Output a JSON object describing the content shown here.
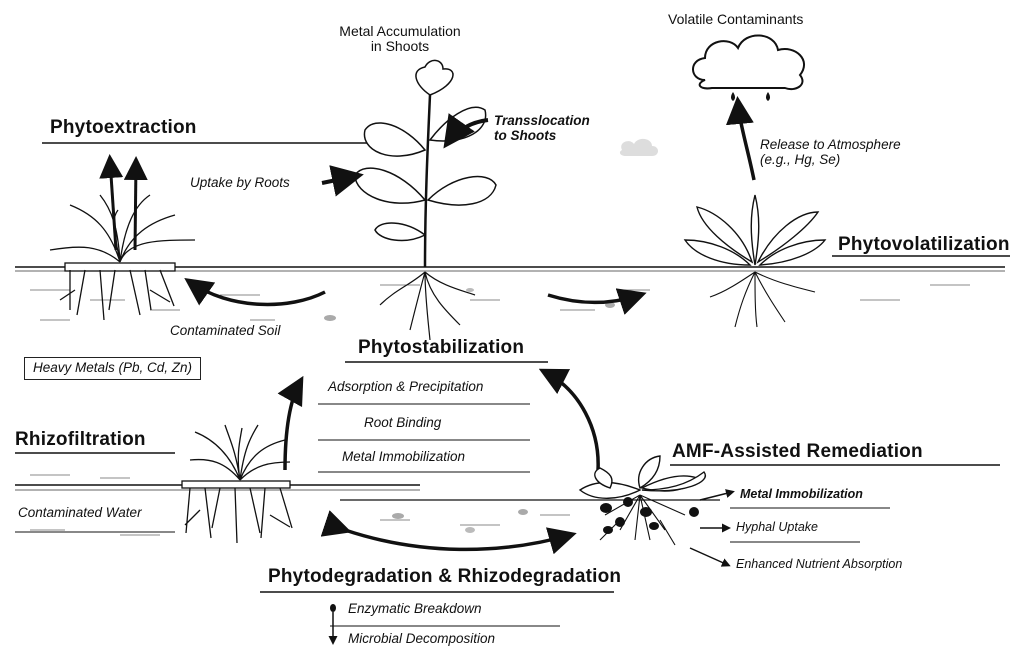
{
  "top": {
    "metal_accumulation": "Metal Accumulation\nin Shoots",
    "volatile_contaminants": "Volatile Contaminants",
    "translocation": "Transslocation\nto Shoots",
    "uptake_roots": "Uptake by Roots",
    "release": "Release to Atmosphere\n(e.g., Hg, Se)"
  },
  "processes": {
    "phytoextraction": "Phytoextraction",
    "phytovolatilization": "Phytovolatilization",
    "phytostabilization": "Phytostabilization",
    "rhizofiltration": "Rhizofiltration",
    "amf": "AMF-Assisted Remediation",
    "phytodegradation": "Phytodegradation & Rhizodegradation"
  },
  "soil": {
    "contaminated_soil": "Contaminated Soil",
    "heavy_metals": "Heavy Metals (Pb, Cd, Zn)",
    "contaminated_water": "Contaminated Water"
  },
  "stabilization_items": [
    "Adsorption & Precipitation",
    "Root Binding",
    "Metal Immobilization"
  ],
  "amf_items": [
    "Metal Immobilization",
    "Hyphal Uptake",
    "Enhanced Nutrient Absorption"
  ],
  "degradation_items": [
    "Enzymatic Breakdown",
    "Microbial Decomposition"
  ]
}
